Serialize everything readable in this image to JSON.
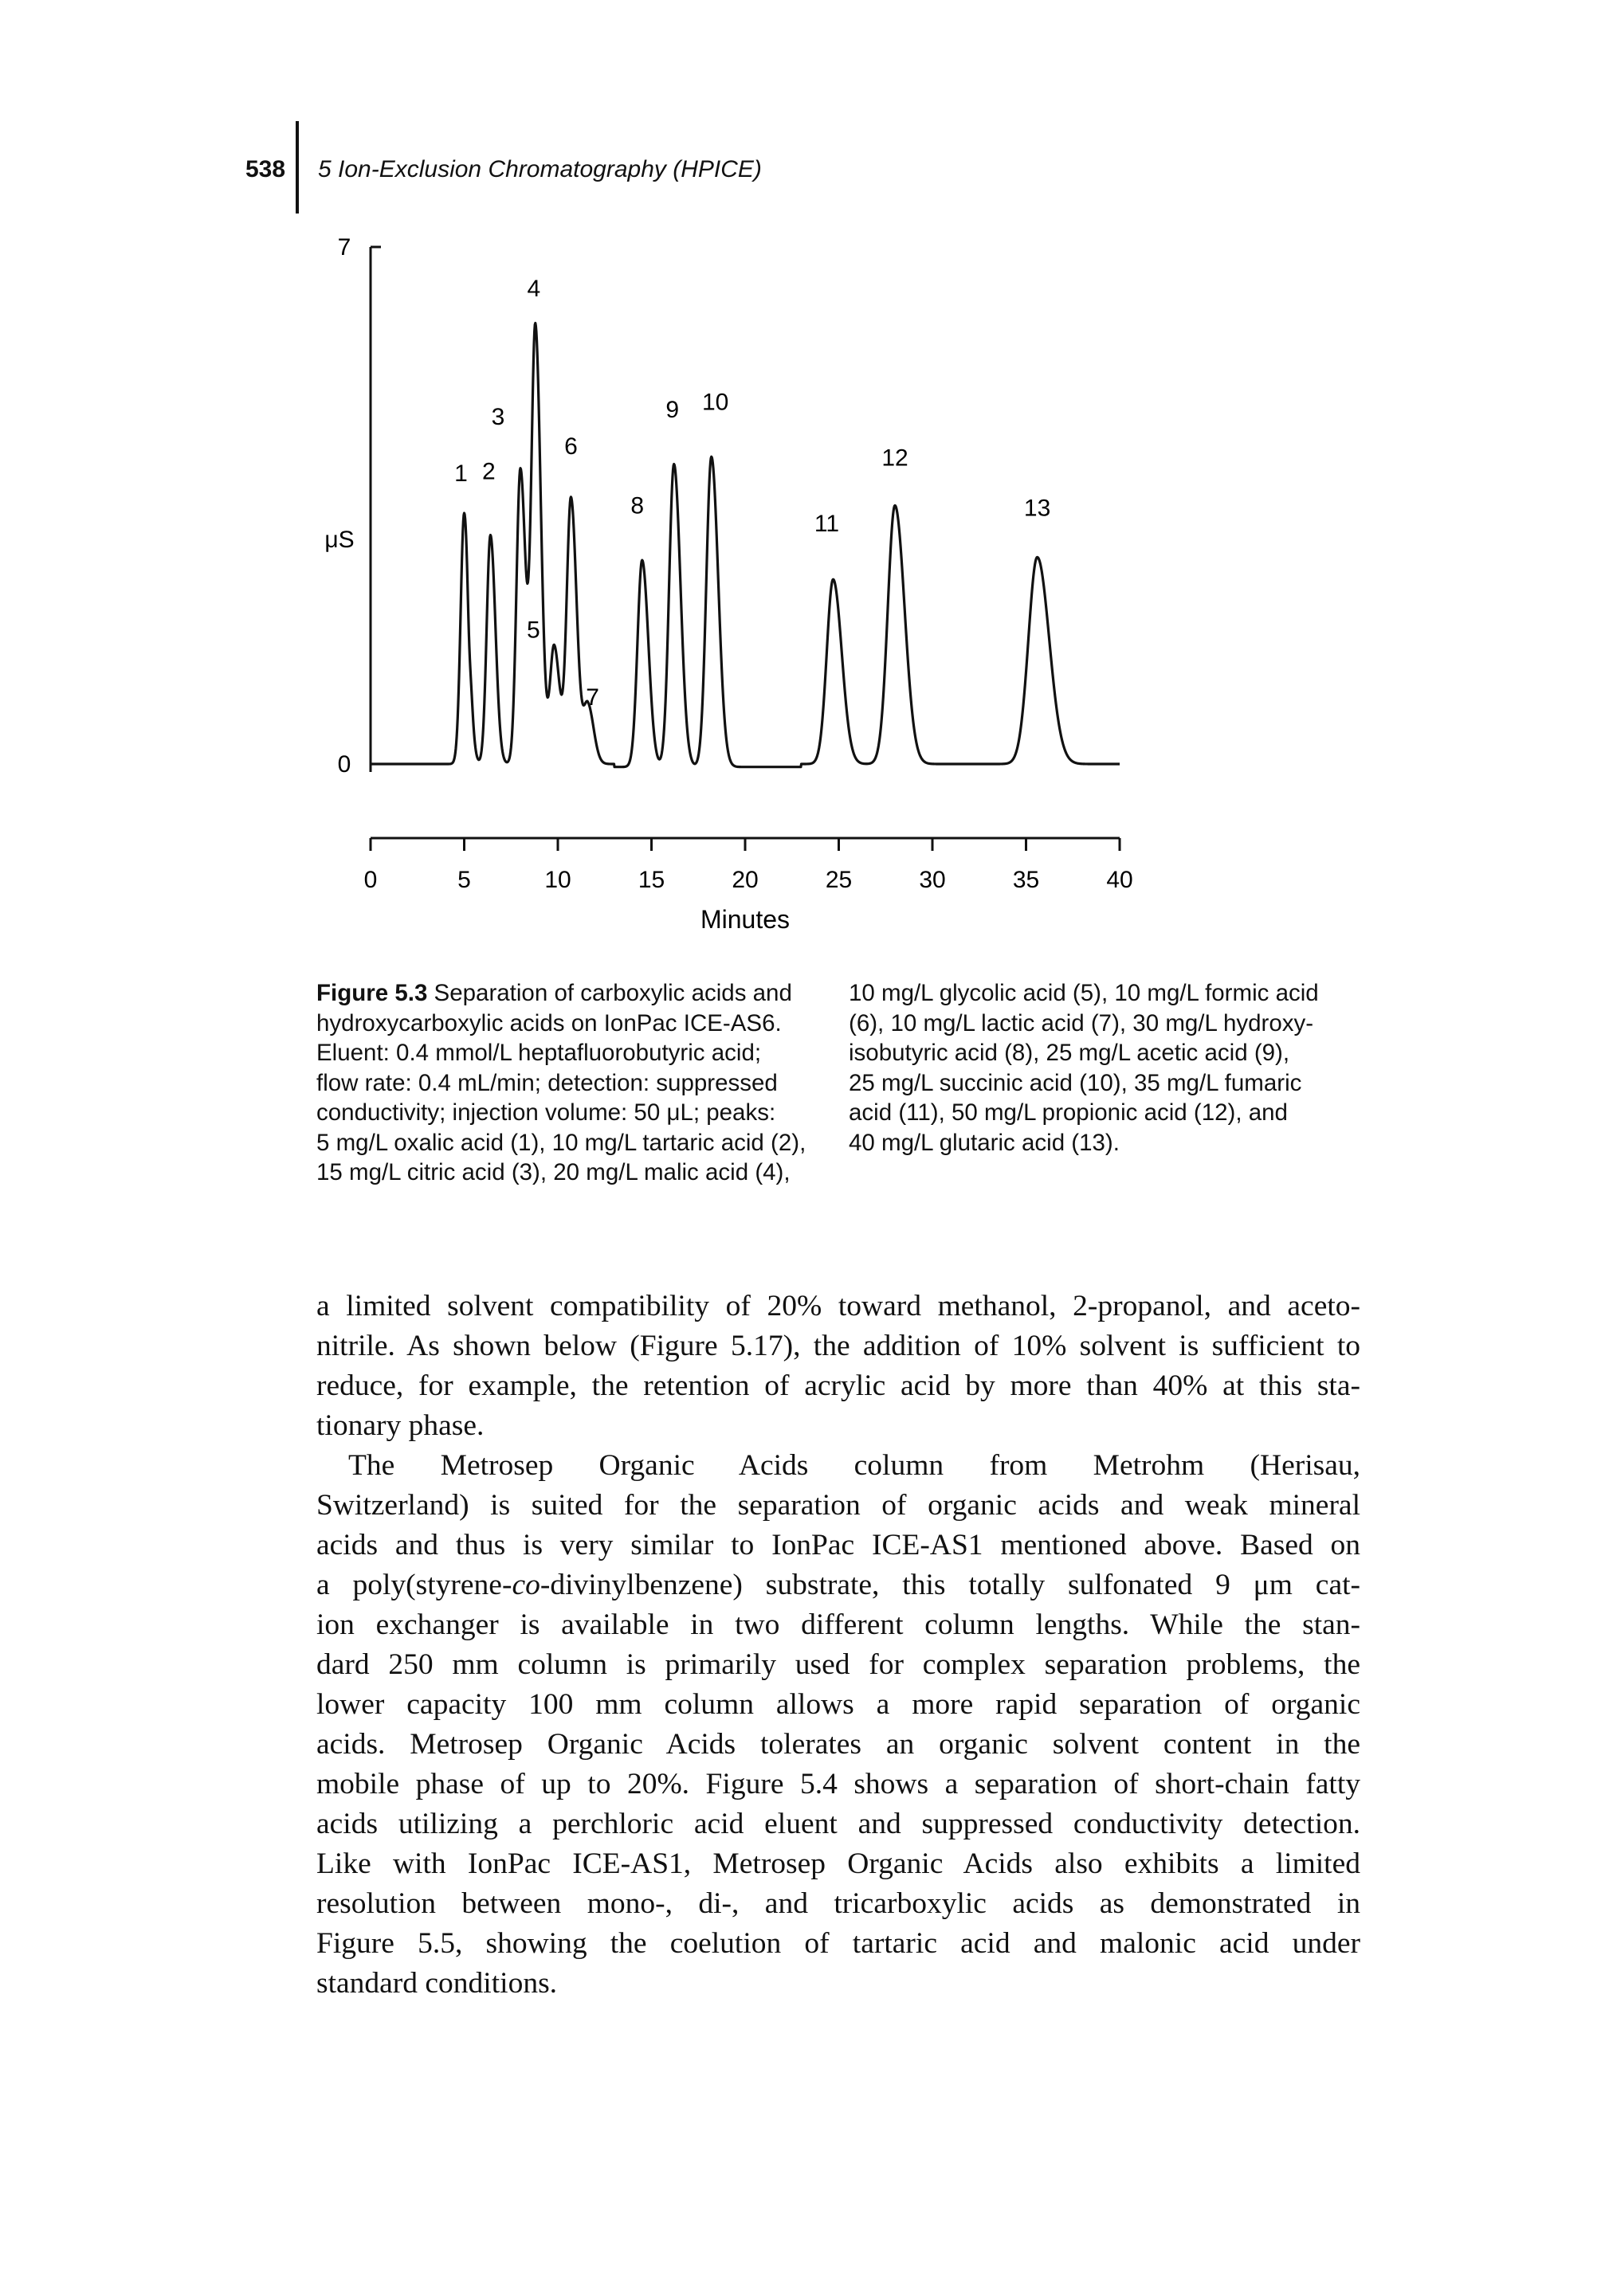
{
  "header": {
    "page_number": "538",
    "chapter_title": "5 Ion-Exclusion Chromatography (HPICE)"
  },
  "chart_data": {
    "type": "line",
    "title": "",
    "xlabel": "Minutes",
    "ylabel": "μS",
    "xlim": [
      0,
      40
    ],
    "ylim": [
      0,
      7
    ],
    "x_ticks": [
      "0",
      "5",
      "10",
      "15",
      "20",
      "25",
      "30",
      "35",
      "40"
    ],
    "y_ticks": [
      "0",
      "7"
    ],
    "grid": false,
    "legend": "none",
    "line_color": "#111111",
    "peaks": [
      {
        "label": "1",
        "time": 5.0,
        "height": 3.4
      },
      {
        "label": "2",
        "time": 6.4,
        "height": 3.1
      },
      {
        "label": "3",
        "time": 8.0,
        "height": 4.0
      },
      {
        "label": "4",
        "time": 8.8,
        "height": 5.9
      },
      {
        "label": "5",
        "time": 9.8,
        "height": 1.6
      },
      {
        "label": "6",
        "time": 10.7,
        "height": 3.6
      },
      {
        "label": "7",
        "time": 11.6,
        "height": 0.8
      },
      {
        "label": "8",
        "time": 14.5,
        "height": 2.8
      },
      {
        "label": "9",
        "time": 16.2,
        "height": 4.1
      },
      {
        "label": "10",
        "time": 18.2,
        "height": 4.2
      },
      {
        "label": "11",
        "time": 24.7,
        "height": 2.5
      },
      {
        "label": "12",
        "time": 28.0,
        "height": 3.5
      },
      {
        "label": "13",
        "time": 35.6,
        "height": 2.8
      }
    ]
  },
  "caption": {
    "label": "Figure 5.3",
    "left_lines": [
      " Separation of carboxylic acids and",
      "hydroxycarboxylic acids on IonPac ICE-AS6.",
      "Eluent: 0.4 mmol/L heptafluorobutyric acid;",
      "flow rate: 0.4 mL/min; detection: suppressed",
      "conductivity; injection volume: 50 μL; peaks:",
      "5 mg/L oxalic acid (1), 10 mg/L tartaric acid (2),",
      "15 mg/L citric acid (3), 20 mg/L malic acid (4),"
    ],
    "right_lines": [
      "10 mg/L glycolic acid (5), 10 mg/L formic acid",
      "(6), 10 mg/L lactic acid (7), 30 mg/L hydroxy-",
      "isobutyric acid (8), 25 mg/L acetic acid (9),",
      "25 mg/L succinic acid (10), 35 mg/L fumaric",
      "acid (11), 50 mg/L propionic acid (12), and",
      "40 mg/L glutaric acid (13)."
    ]
  },
  "body": {
    "paragraph1": [
      "a limited solvent compatibility of 20% toward methanol, 2-propanol, and aceto-",
      "nitrile. As shown below (Figure 5.17), the addition of 10% solvent is sufficient to",
      "reduce, for example, the retention of acrylic acid by more than 40% at this sta-",
      "tionary phase."
    ],
    "paragraph2": [
      "The Metrosep Organic Acids column from Metrohm (Herisau,",
      "Switzerland) is suited for the separation of organic acids and weak mineral",
      "acids and thus is very similar to IonPac ICE-AS1 mentioned above. Based on",
      "a poly(styrene-co-divinylbenzene) substrate, this totally sulfonated 9 μm cat-",
      "ion exchanger is available in two different column lengths. While the stan-",
      "dard 250 mm column is primarily used for complex separation problems, the",
      "lower capacity 100 mm column allows a more rapid separation of organic",
      "acids. Metrosep Organic Acids tolerates an organic solvent content in the",
      "mobile phase of up to 20%. Figure 5.4 shows a separation of short-chain fatty",
      "acids utilizing a perchloric acid eluent and suppressed conductivity detection.",
      "Like with IonPac ICE-AS1, Metrosep Organic Acids also exhibits a limited",
      "resolution between mono-, di-, and tricarboxylic acids as demonstrated in",
      "Figure 5.5, showing the coelution of tartaric acid and malonic acid under",
      "standard conditions."
    ]
  }
}
